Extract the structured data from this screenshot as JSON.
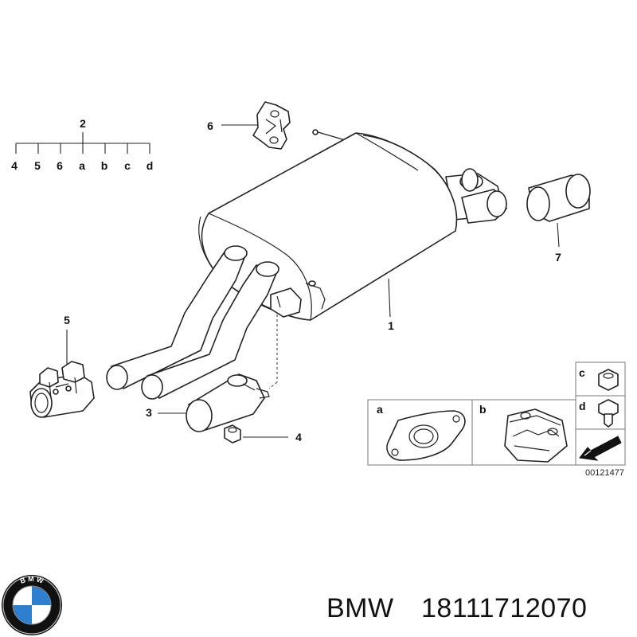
{
  "diagram": {
    "callouts": {
      "c1": "1",
      "c2": "2",
      "c3": "3",
      "c4": "4",
      "c5": "5",
      "c6": "6",
      "c7": "7"
    },
    "kit_items": [
      "4",
      "5",
      "6",
      "a",
      "b",
      "c",
      "d"
    ],
    "detail_labels": {
      "a": "a",
      "b": "b",
      "c": "c",
      "d": "d"
    },
    "reference_code": "00121477"
  },
  "footer": {
    "brand": "BMW",
    "part_number": "18111712070",
    "logo_text": "B M W"
  },
  "colors": {
    "line": "#222222",
    "bmw_blue": "#2f7fd0",
    "bmw_black": "#111111"
  }
}
